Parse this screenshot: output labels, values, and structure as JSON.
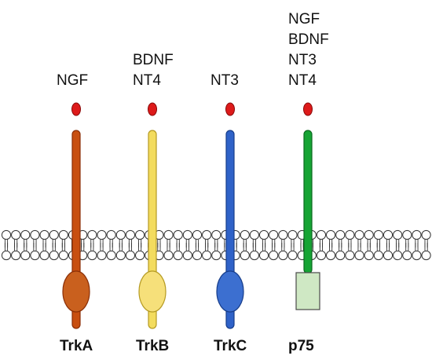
{
  "receptors": [
    {
      "name": "TrkA",
      "ligands": [
        "NGF"
      ],
      "color": "#c84f10",
      "stroke": "#8a2e06",
      "domain_color": "#c9601e",
      "domain_shape": "ellipse"
    },
    {
      "name": "TrkB",
      "ligands": [
        "BDNF",
        "NT4"
      ],
      "color": "#f3dc5e",
      "stroke": "#b59a22",
      "domain_color": "#f6e07a",
      "domain_shape": "ellipse"
    },
    {
      "name": "TrkC",
      "ligands": [
        "NT3"
      ],
      "color": "#2f62c8",
      "stroke": "#173d8a",
      "domain_color": "#3c6fd0",
      "domain_shape": "ellipse"
    },
    {
      "name": "p75",
      "ligands": [
        "NGF",
        "BDNF",
        "NT3",
        "NT4"
      ],
      "color": "#16a434",
      "stroke": "#0b6a1f",
      "domain_color": "#cfe8c4",
      "domain_shape": "rectangle"
    }
  ],
  "ligand_dot_color": "#dd1a1a",
  "membrane_color": "#ffffff"
}
